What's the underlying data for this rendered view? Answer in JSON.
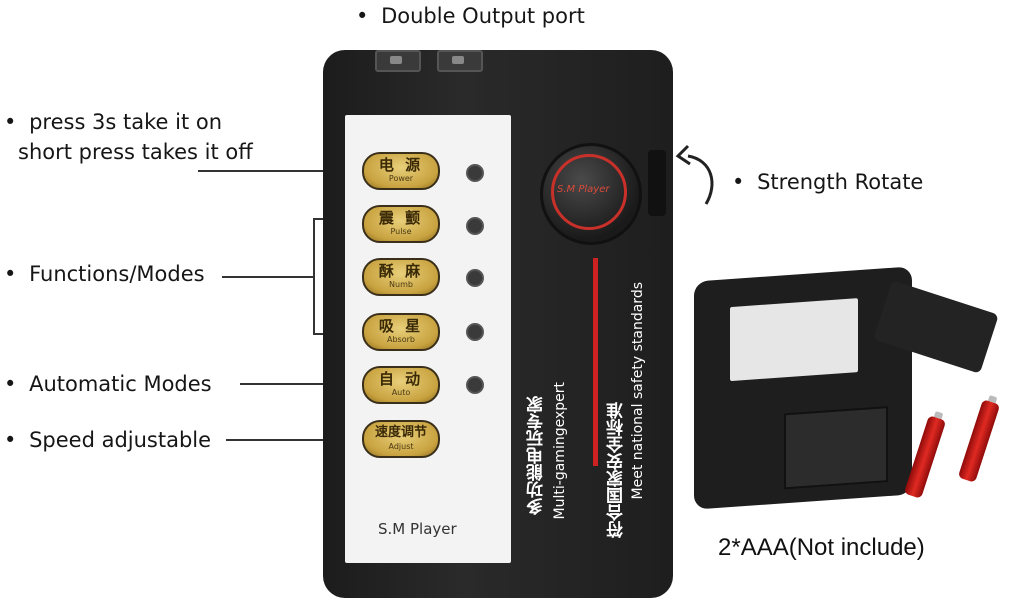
{
  "labels": {
    "output_port": "Double Output port",
    "power_line1": "press 3s take it on",
    "power_line2": "short press takes it off",
    "strength": "Strength Rotate",
    "modes": "Functions/Modes",
    "auto_modes": "Automatic Modes",
    "speed": "Speed adjustable",
    "batteries": "2*AAA(Not include)"
  },
  "buttons": [
    {
      "cn": "电 源",
      "en": "Power"
    },
    {
      "cn": "震 颤",
      "en": "Pulse"
    },
    {
      "cn": "酥 麻",
      "en": "Numb"
    },
    {
      "cn": "吸 星",
      "en": "Absorb"
    },
    {
      "cn": "自 动",
      "en": "Auto"
    },
    {
      "cn": "速度调节",
      "en": "Adjust"
    }
  ],
  "device": {
    "brand": "S.M Player",
    "knob_label": "S.M Player",
    "tagline_cn_1": "多功能电玩专家",
    "tagline_en_1": "Multi-gamingexpert",
    "tagline_cn_2": "符合国家安全标准",
    "tagline_en_2": "Meet national safety standards"
  },
  "colors": {
    "body": "#1f1f1f",
    "button_gold": "#c8a23f",
    "stripe_red": "#cc2222"
  }
}
